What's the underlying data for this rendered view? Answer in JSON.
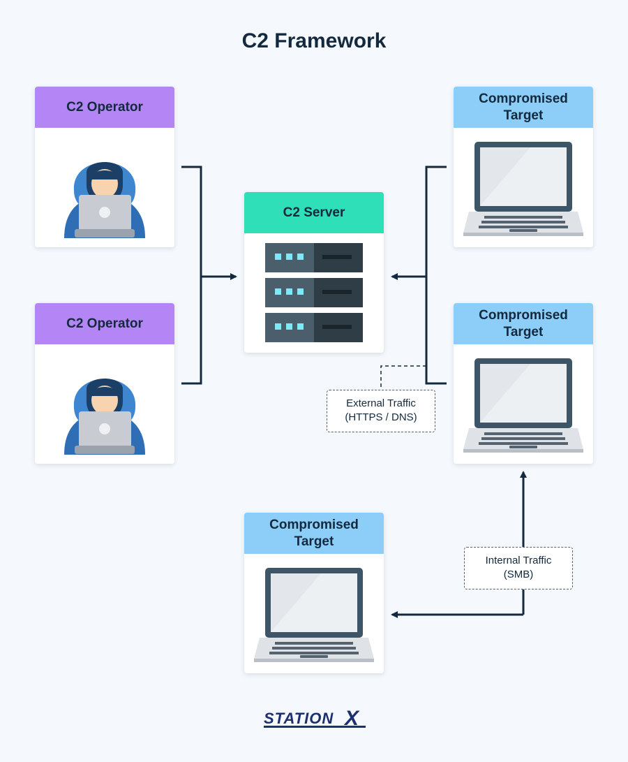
{
  "title": "C2 Framework",
  "nodes": {
    "operator_1": {
      "label": "C2 Operator"
    },
    "operator_2": {
      "label": "C2 Operator"
    },
    "server": {
      "label": "C2 Server"
    },
    "target_1": {
      "label": "Compromised Target"
    },
    "target_2": {
      "label": "Compromised Target"
    },
    "target_3": {
      "label": "Compromised Target"
    }
  },
  "annotations": {
    "external": {
      "line1": "External Traffic",
      "line2": "(HTTPS / DNS)"
    },
    "internal": {
      "line1": "Internal Traffic",
      "line2": "(SMB)"
    }
  },
  "brand": {
    "logo_text": "STATIONX"
  },
  "colors": {
    "operator_header": "#b486f5",
    "server_header": "#2edfb8",
    "target_header": "#8ccef8",
    "connector": "#13293d",
    "background": "#f5f9fd"
  },
  "icons": {
    "operator": "hacker-icon",
    "server": "server-rack-icon",
    "target": "laptop-icon"
  }
}
